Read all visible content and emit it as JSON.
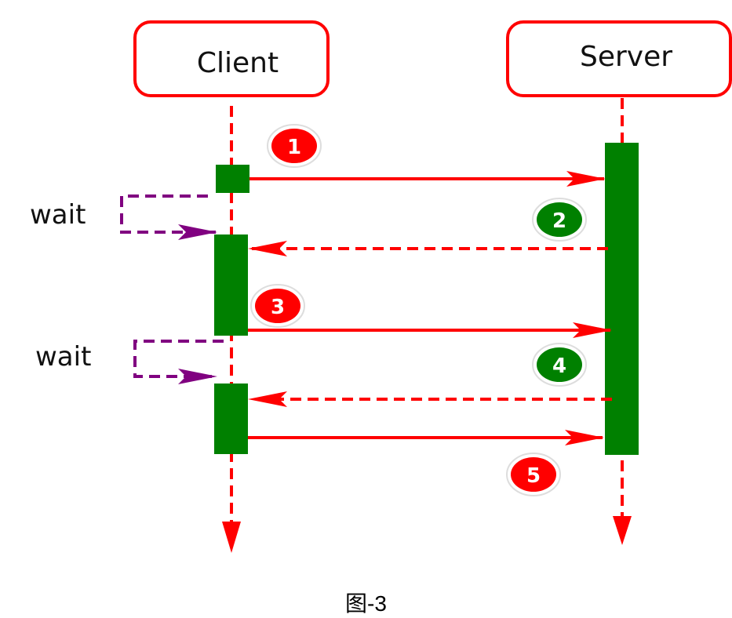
{
  "participants": {
    "client": "Client",
    "server": "Server"
  },
  "wait_labels": [
    "wait",
    "wait"
  ],
  "steps": [
    {
      "number": "1",
      "color": "#ff0000"
    },
    {
      "number": "2",
      "color": "#008000"
    },
    {
      "number": "3",
      "color": "#ff0000"
    },
    {
      "number": "4",
      "color": "#008000"
    },
    {
      "number": "5",
      "color": "#ff0000"
    }
  ],
  "colors": {
    "lifeline": "#ff0000",
    "activation": "#008000",
    "wait": "#800080"
  },
  "caption": "图-3"
}
